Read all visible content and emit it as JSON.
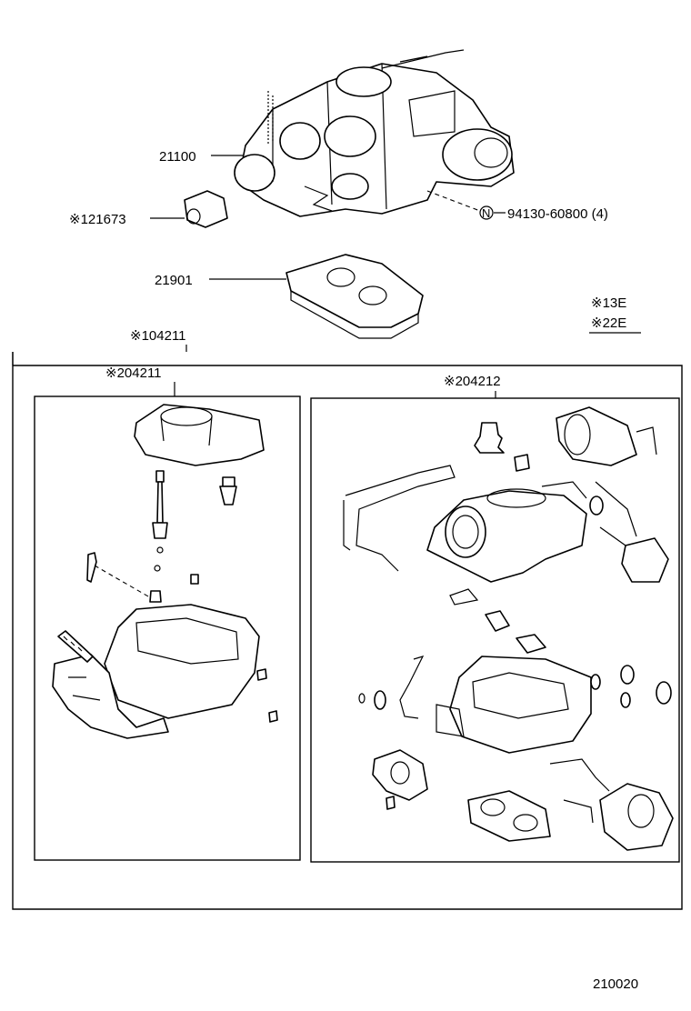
{
  "diagram": {
    "labels": {
      "carb_assy": "21100",
      "fuel_filter": "※121673",
      "bolt": "N",
      "bolt_part": "94130-60800 (4)",
      "insulator": "21901",
      "outer_kit": "※104211",
      "left_kit": "※204211",
      "right_kit": "※204212",
      "legend_1": "※13E",
      "legend_2": "※22E",
      "page_code": "210020"
    }
  }
}
